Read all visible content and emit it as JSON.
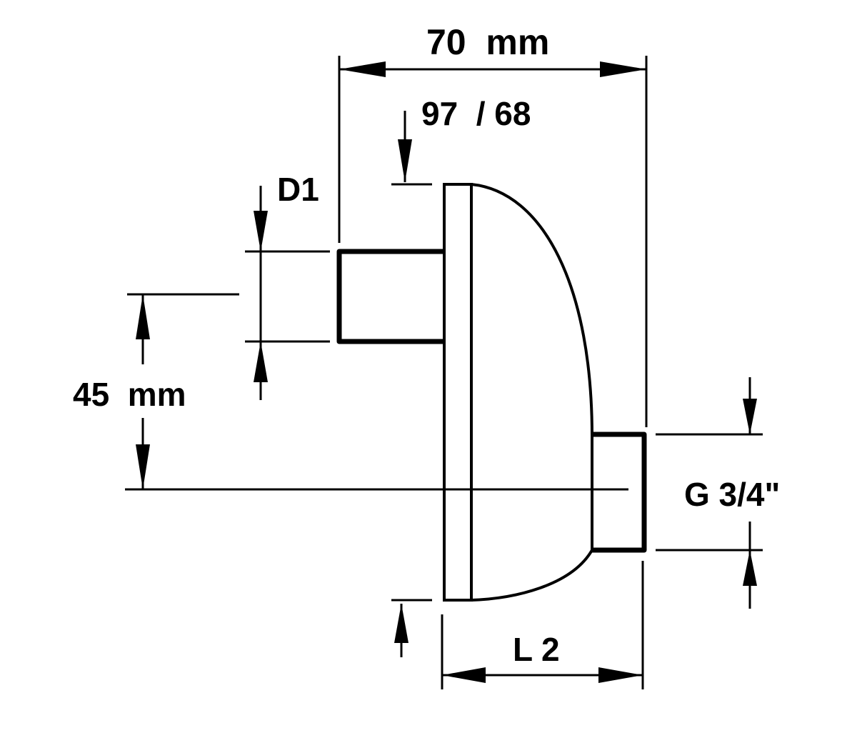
{
  "diagram": {
    "labels": {
      "overall_width": "70  mm",
      "top_code": "97  / 68",
      "inlet_diameter": "D1",
      "offset": "45  mm",
      "outlet_thread": "G 3/4\"",
      "length": "L 2"
    },
    "line_color": "#000000",
    "background": "#ffffff"
  }
}
